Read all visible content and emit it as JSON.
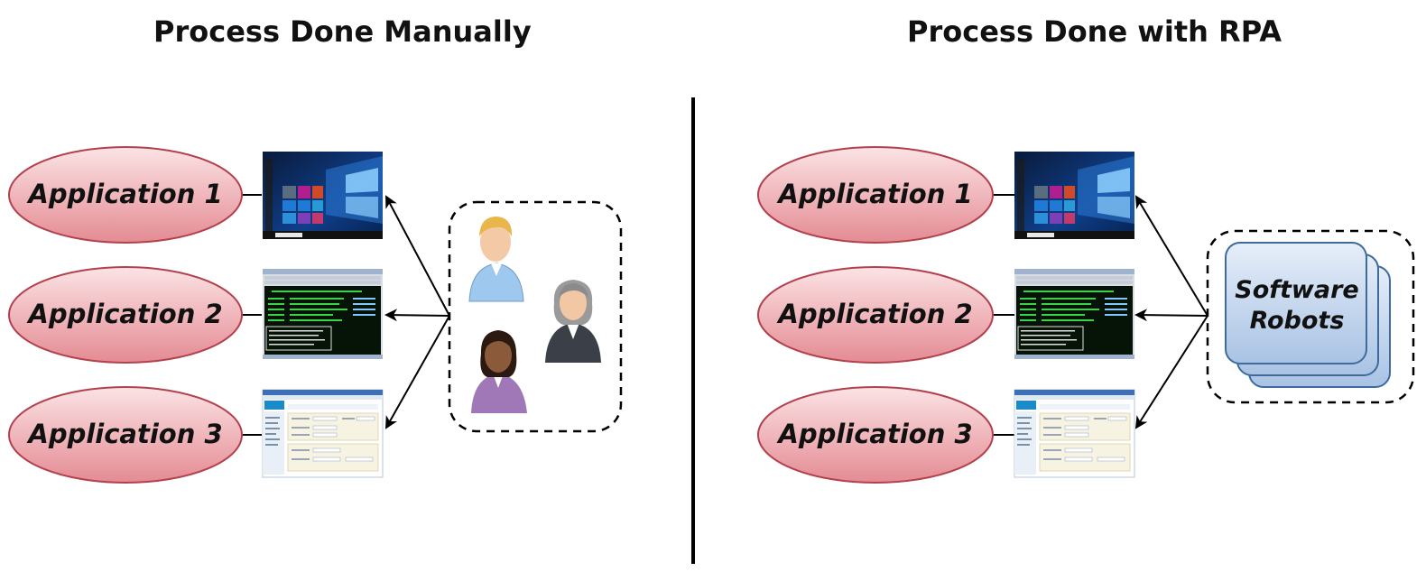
{
  "left_panel": {
    "title": "Process Done Manually",
    "apps": [
      "Application  1",
      "Application  2",
      "Application  3"
    ]
  },
  "right_panel": {
    "title": "Process Done with RPA",
    "apps": [
      "Application  1",
      "Application  2",
      "Application  3"
    ],
    "robots_line1": "Software",
    "robots_line2": "Robots"
  },
  "colors": {
    "ellipse_fill_top": "#f9d6d8",
    "ellipse_fill_bottom": "#e48b93",
    "ellipse_stroke": "#b3414d",
    "robot_fill_top": "#dde8f6",
    "robot_fill_bottom": "#a9c3e4",
    "divider": "#000000"
  },
  "icons": [
    "windows-desktop-icon",
    "terminal-screen-icon",
    "web-app-screen-icon",
    "users-group-icon"
  ]
}
